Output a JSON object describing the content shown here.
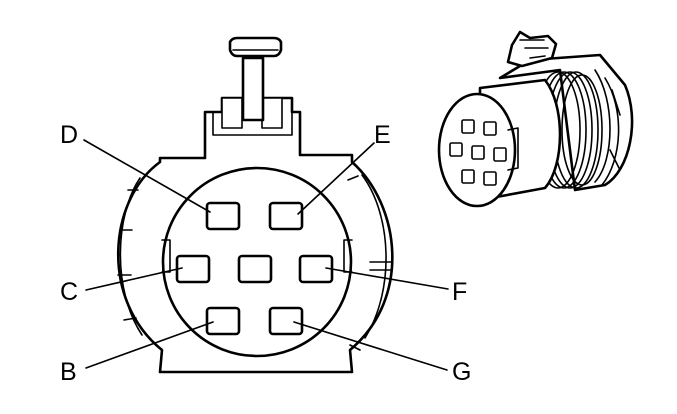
{
  "diagram": {
    "pin_labels": {
      "D": "D",
      "E": "E",
      "C": "C",
      "F": "F",
      "B": "B",
      "G": "G"
    }
  }
}
